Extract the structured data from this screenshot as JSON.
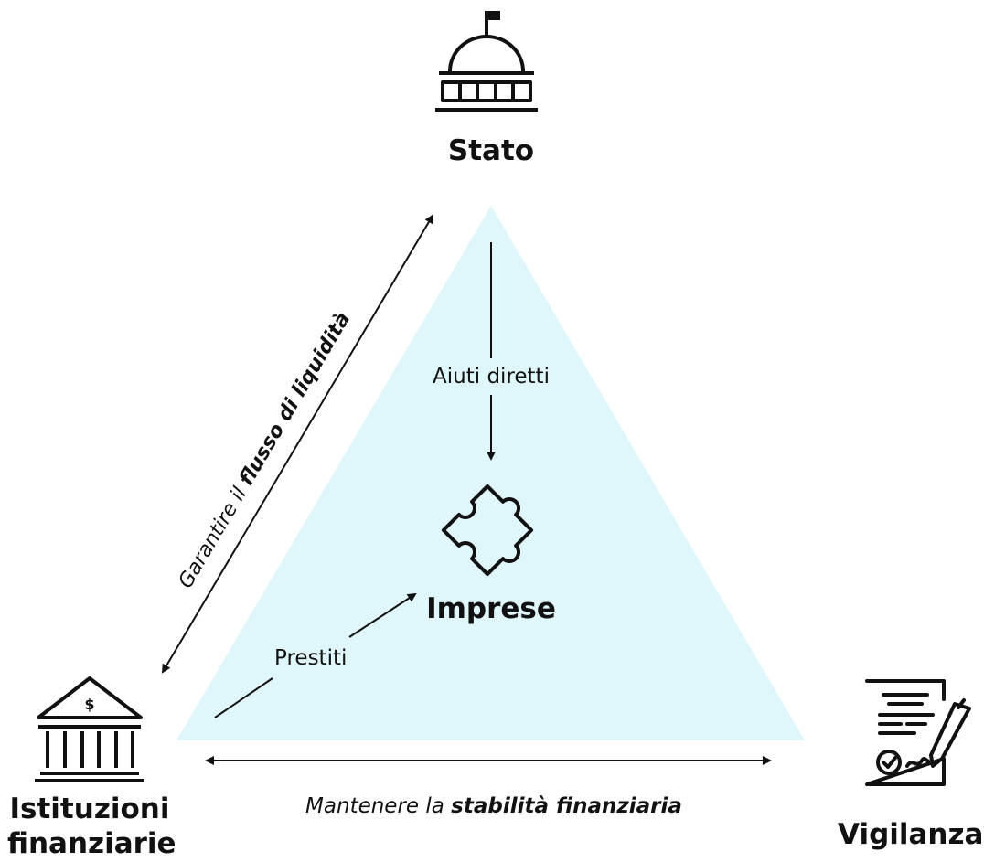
{
  "nodes": {
    "stato": {
      "label": "Stato"
    },
    "imprese": {
      "label": "Imprese"
    },
    "istituzioni": {
      "label_line1": "Istituzioni",
      "label_line2": "finanziarie"
    },
    "vigilanza": {
      "label": "Vigilanza"
    }
  },
  "edges": {
    "aiuti": {
      "label": "Aiuti diretti"
    },
    "prestiti": {
      "label": "Prestiti"
    },
    "liquidita": {
      "prefix": "Garantire il ",
      "emphasis": "flusso di liquidità"
    },
    "stabilita": {
      "prefix": "Mantenere la ",
      "emphasis": "stabilità finanziaria"
    }
  },
  "icons": {
    "stato": "government-building-icon",
    "imprese": "puzzle-piece-icon",
    "istituzioni": "bank-icon",
    "vigilanza": "signed-document-icon"
  },
  "colors": {
    "triangle_fill": "#dff6fb",
    "line": "#111111"
  }
}
